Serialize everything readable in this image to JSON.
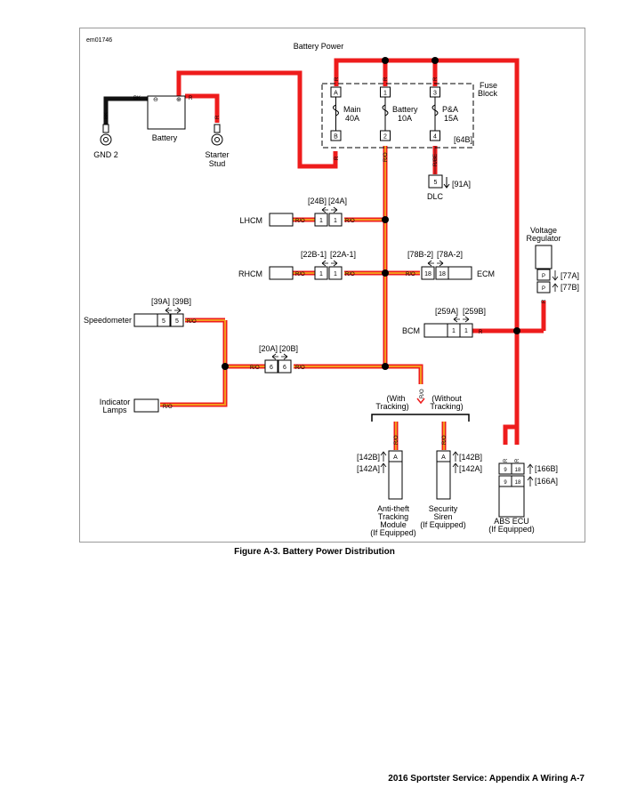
{
  "figure_id": "em01746",
  "caption": "Figure A-3. Battery Power Distribution",
  "footer": "2016 Sportster Service:  Appendix A Wiring  A-7",
  "title": "Battery Power",
  "colors": {
    "wire_red": "#ee1c1c",
    "wire_orange": "#f39a1e",
    "wire_black": "#111111",
    "wire_tracer": "#7a1d1d"
  },
  "battery": {
    "label": "Battery",
    "neg": "BK",
    "neg_term": "⊖",
    "pos_term": "⊕",
    "pos": "R"
  },
  "ground": {
    "label": "GND 2",
    "wire": "BK"
  },
  "starter": {
    "label1": "Starter",
    "label2": "Stud",
    "wire": "R"
  },
  "fuse_block": {
    "label1": "Fuse",
    "label2": "Block",
    "connector": "[64B]",
    "fuses": [
      {
        "top": "A",
        "bottom": "B",
        "name": "Main",
        "amps": "40A",
        "in_wire": "R",
        "out_wire": "R"
      },
      {
        "top": "1",
        "bottom": "2",
        "name": "Battery",
        "amps": "10A",
        "in_wire": "R",
        "out_wire": "R/O"
      },
      {
        "top": "3",
        "bottom": "4",
        "name": "P&A",
        "amps": "15A",
        "in_wire": "R",
        "out_wire": "R/BE"
      }
    ]
  },
  "dlc": {
    "label": "DLC",
    "pin": "5",
    "connector": "[91A]"
  },
  "lhcm": {
    "label": "LHCM",
    "conn_b": "[24B]",
    "conn_a": "[24A]",
    "pin": "1",
    "wire_left": "R/O",
    "wire_right": "R/O"
  },
  "rhcm": {
    "label": "RHCM",
    "conn_b": "[22B-1]",
    "conn_a": "[22A-1]",
    "pin": "1",
    "wire_left": "R/O",
    "wire_right": "R/O"
  },
  "ecm": {
    "label": "ECM",
    "conn_b": "[78B-2]",
    "conn_a": "[78A-2]",
    "pin": "18",
    "wire": "R/O"
  },
  "voltage_regulator": {
    "label1": "Voltage",
    "label2": "Regulator",
    "pin": "P",
    "conn_a": "[77A]",
    "conn_b": "[77B]",
    "wire": "R"
  },
  "speedometer": {
    "label": "Speedometer",
    "conn_a": "[39A]",
    "conn_b": "[39B]",
    "pin": "5",
    "wire": "R/O"
  },
  "bcm": {
    "label": "BCM",
    "conn_a": "[259A]",
    "conn_b": "[259B]",
    "pin": "1",
    "wire": "R"
  },
  "splice": {
    "conn_a": "[20A]",
    "conn_b": "[20B]",
    "pin": "6",
    "wire_left": "R/O",
    "wire_right": "R/O",
    "wire_down": "R/O"
  },
  "indicator": {
    "label1": "Indicator",
    "label2": "Lamps",
    "wire": "R/O"
  },
  "tracking": {
    "with1": "(With",
    "with2": "Tracking)",
    "without1": "(Without",
    "without2": "Tracking)"
  },
  "anti_theft": {
    "label1": "Anti-theft",
    "label2": "Tracking",
    "label3": "Module",
    "label4": "(If Equipped)",
    "pin": "A",
    "conn_b": "[142B]",
    "conn_a": "[142A]",
    "wire": "R/O"
  },
  "siren": {
    "label1": "Security",
    "label2": "Siren",
    "label3": "(If Equipped)",
    "pin": "A",
    "conn_b": "[142B]",
    "conn_a": "[142A]",
    "wire": "R/O"
  },
  "abs": {
    "label1": "ABS ECU",
    "label2": "(If Equipped)",
    "pin_l": "9",
    "pin_r": "18",
    "conn_b": "[166B]",
    "conn_a": "[166A]",
    "wire": "R"
  }
}
